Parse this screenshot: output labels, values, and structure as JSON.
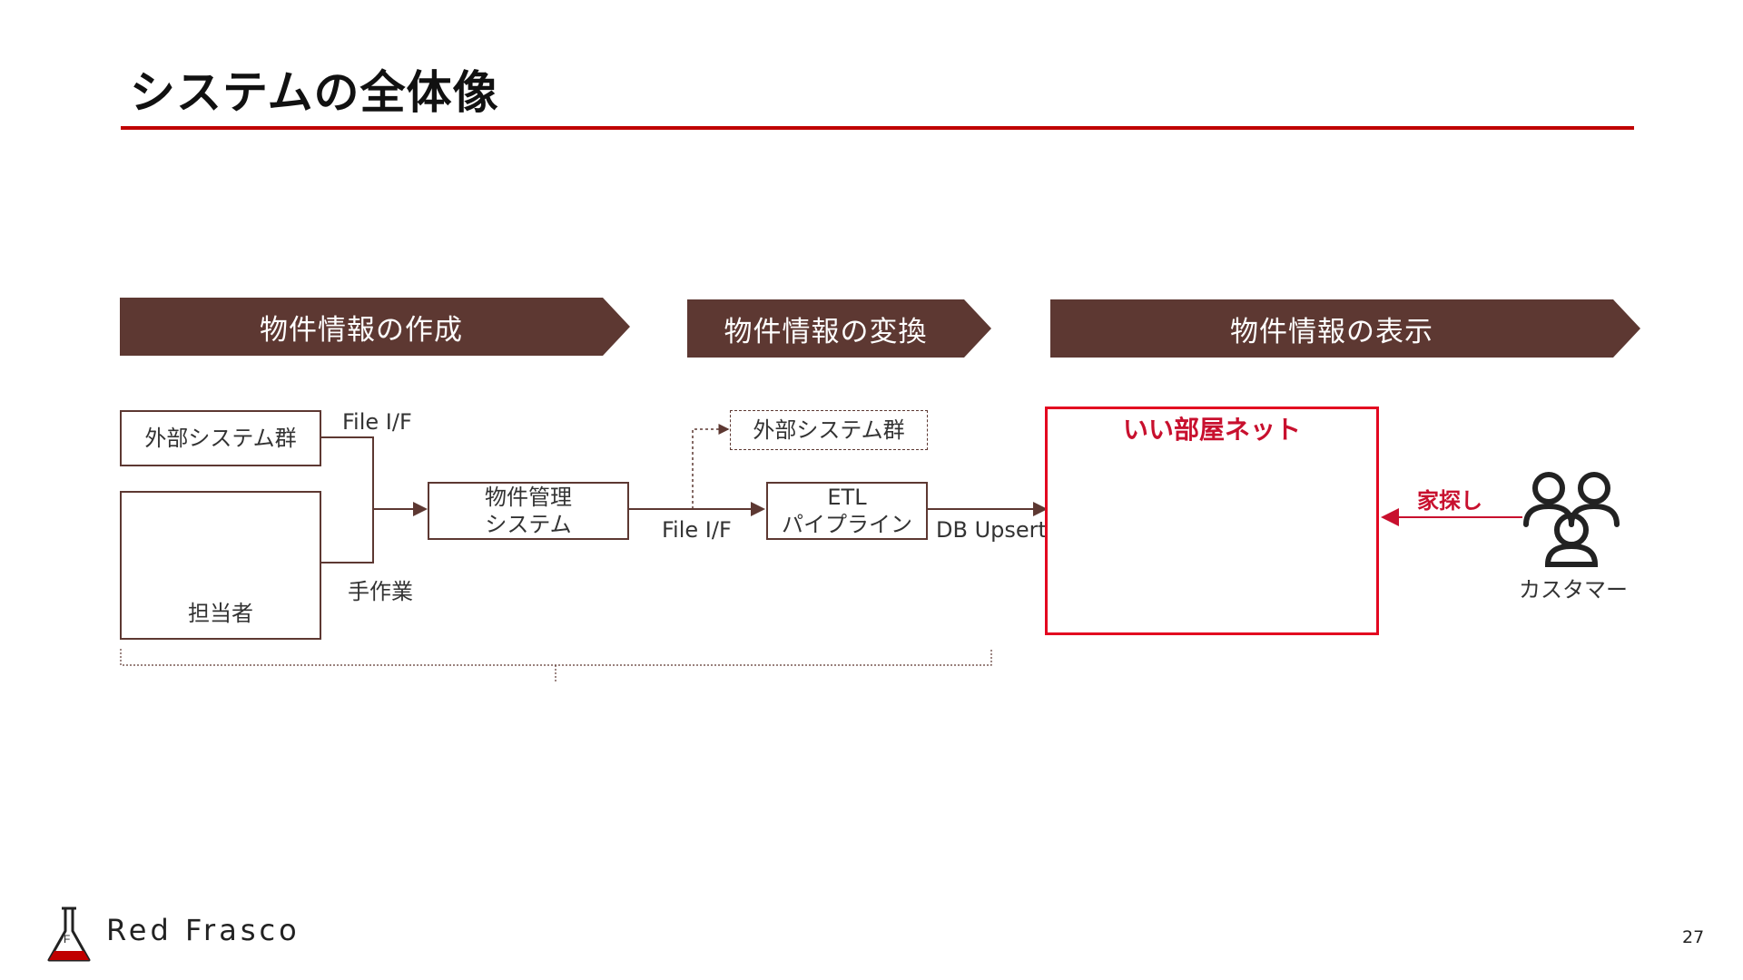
{
  "title": "システムの全体像",
  "phases": [
    {
      "label": "物件情報の作成"
    },
    {
      "label": "物件情報の変換"
    },
    {
      "label": "物件情報の表示"
    }
  ],
  "nodes": {
    "external_systems_left": "外部システム群",
    "staff": "担当者",
    "property_system_line1": "物件管理",
    "property_system_line2": "システム",
    "external_systems_right": "外部システム群",
    "etl_line1": "ETL",
    "etl_line2": "パイプライン",
    "website": "いい部屋ネット",
    "customer": "カスタマー"
  },
  "edge_labels": {
    "file_if_top": "File I/F",
    "manual_work": "手作業",
    "file_if_mid": "File I/F",
    "db_upsert": "DB Upsert",
    "house_search": "家探し"
  },
  "colors": {
    "chevron": "#5d3832",
    "accent_red": "#c00000",
    "site_red": "#e30620"
  },
  "footer": {
    "logo_text": "Red Frasco",
    "page_number": "27"
  }
}
